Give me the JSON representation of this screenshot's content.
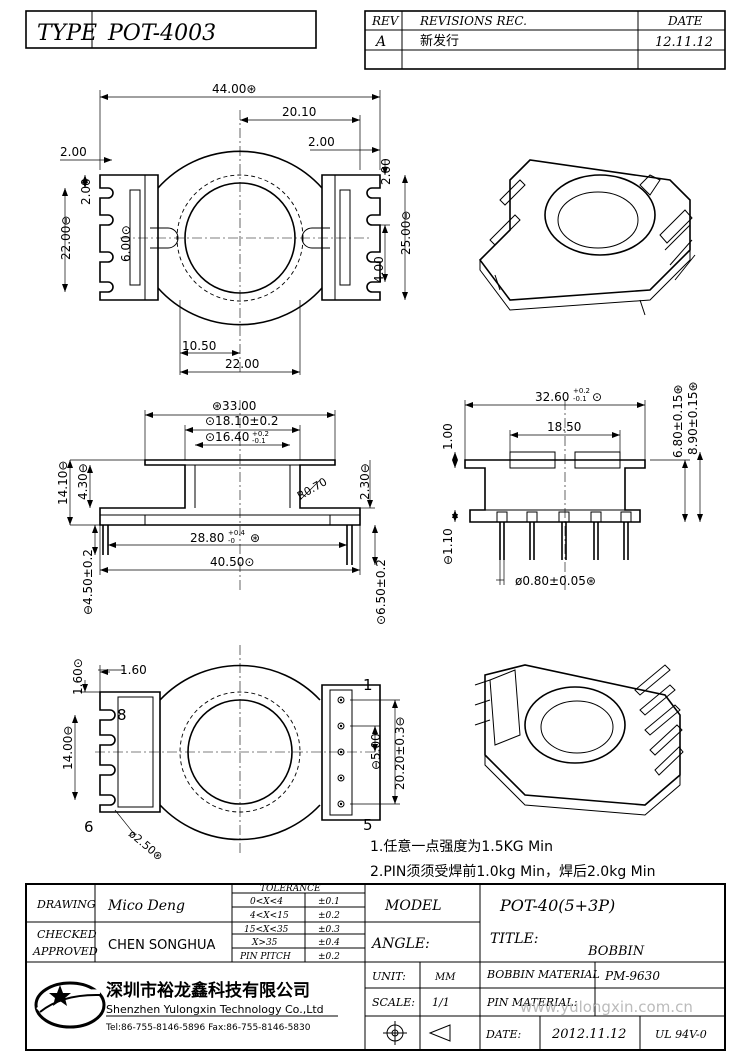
{
  "title_block": {
    "type_label": "TYPE",
    "type_value": "POT-4003",
    "rev_label": "REV",
    "revisions_label": "REVISIONS REC.",
    "date_label": "DATE",
    "rev_letter": "A",
    "rev_desc": "新发行",
    "rev_date": "12.11.12"
  },
  "dimensions": {
    "top_view": [
      "44.00",
      "20.10",
      "2.00",
      "2.00",
      "2.00",
      "2.00",
      "22.00",
      "6.00",
      "25.00",
      "4.00",
      "10.50",
      "22.00"
    ],
    "front_view": [
      "33.00",
      "18.10±0.2",
      "16.40",
      "+0.2",
      "-0.1",
      "14.10",
      "4.30",
      "R0.70",
      "2.30",
      "28.80",
      "+0.4",
      "-0",
      "40.50",
      "4.50±0.2",
      "6.50±0.2"
    ],
    "side_view": [
      "32.60",
      "+0.2",
      "-0.1",
      "18.50",
      "6.80±0.15",
      "8.90±0.15",
      "1.00",
      "1.10",
      "ø0.80±0.05"
    ],
    "bottom_view": [
      "1.60",
      "1.60",
      "8",
      "14.00",
      "6",
      "ø2.50",
      "1",
      "5",
      "5.00",
      "20.20±0.3"
    ]
  },
  "notes": [
    "1.任意一点强度为1.5KG Min",
    "2.PIN须须受焊前1.0kg Min，焊后2.0kg Min"
  ],
  "footer": {
    "drawing_label": "DRAWING",
    "drawing_name": "Mico Deng",
    "checked_label": "CHECKED",
    "approved_label": "APPROVED",
    "approved_name": "CHEN SONGHUA",
    "tolerance_title": "TOLERANCE",
    "tolerance_rows": [
      [
        "0<X<4",
        "±0.1"
      ],
      [
        "4<X<15",
        "±0.2"
      ],
      [
        "15<X<35",
        "±0.3"
      ],
      [
        "X>35",
        "±0.4"
      ],
      [
        "PIN PITCH",
        "±0.2"
      ]
    ],
    "model_label": "MODEL",
    "model_value": "POT-40(5+3P)",
    "angle_label": "ANGLE:",
    "title_label": "TITLE:",
    "title_value": "BOBBIN",
    "company_cn": "深圳市裕龙鑫科技有限公司",
    "company_en": "Shenzhen Yulongxin Technology Co.,Ltd",
    "company_contact": "Tel:86-755-8146-5896  Fax:86-755-8146-5830",
    "unit_label": "UNIT:",
    "unit_value": "MM",
    "bobbin_material_label": "BOBBIN MATERIAL",
    "bobbin_material_value": "PM-9630",
    "scale_label": "SCALE:",
    "scale_value": "1/1",
    "pin_material_label": "PIN MATERIAL:",
    "date_label": "DATE:",
    "date_value": "2012.11.12",
    "ul_value": "UL 94V-0",
    "watermark": "www.yulongxin.com.cn"
  }
}
